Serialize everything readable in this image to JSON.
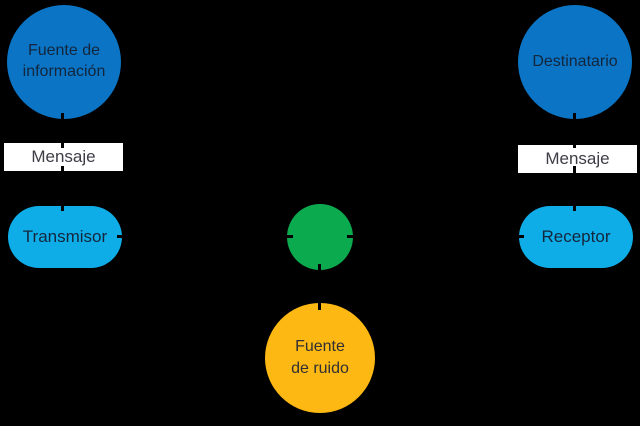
{
  "palette": {
    "bg": "#000000",
    "dark-blue": "#0b74c4",
    "light-blue": "#0fade8",
    "green": "#0baa4e",
    "yellow": "#fdb813",
    "box-white": "#ffffff",
    "node-text": "#13263c",
    "message-text": "#3d3d46",
    "noise-text": "#2f2f33",
    "connector": "#000000"
  },
  "diagram": {
    "nodes": {
      "fuente_informacion": {
        "label": "Fuente de\ninformación",
        "shape": "circle",
        "color": "dark-blue"
      },
      "mensaje_izquierdo": {
        "label": "Mensaje",
        "shape": "rectangle",
        "color": "white"
      },
      "transmisor": {
        "label": "Transmisor",
        "shape": "pill",
        "color": "light-blue"
      },
      "canal": {
        "label": "",
        "shape": "circle",
        "color": "green"
      },
      "fuente_ruido": {
        "label": "Fuente\nde ruido",
        "shape": "circle",
        "color": "yellow"
      },
      "receptor": {
        "label": "Receptor",
        "shape": "pill",
        "color": "light-blue"
      },
      "mensaje_derecho": {
        "label": "Mensaje",
        "shape": "rectangle",
        "color": "white"
      },
      "destinatario": {
        "label": "Destinatario",
        "shape": "circle",
        "color": "dark-blue"
      }
    }
  }
}
